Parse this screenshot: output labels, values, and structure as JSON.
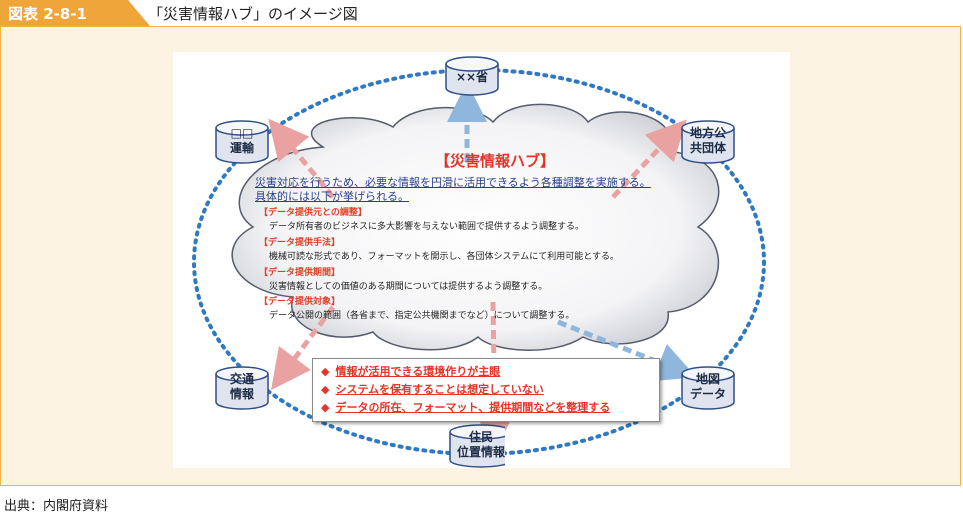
{
  "header": {
    "figure_label": "図表 2-8-1",
    "figure_title": "「災害情報ハブ」のイメージ図"
  },
  "colors": {
    "accent": "#f0a53a",
    "frame_bg": "#fdf3e3",
    "dotted_ring": "#2f78c2",
    "hub_title": "#e53528",
    "arrow_blue": "#8fb6dc",
    "arrow_red": "#e9a1a1"
  },
  "hub": {
    "title": "【災害情報ハブ】",
    "intro_line1": "災害対応を行うため、必要な情報を円滑に活用できるよう各種調整を実施する。",
    "intro_line2": "具体的には以下が挙げられる。",
    "sections": [
      {
        "heading": "【データ提供元との調整】",
        "body": "データ所有者のビジネスに多大影響を与えない範囲で提供するよう調整する。"
      },
      {
        "heading": "【データ提供手法】",
        "body": "機械可読な形式であり、フォーマットを開示し、各団体システムにて利用可能とする。"
      },
      {
        "heading": "【データ提供期間】",
        "body": "災害情報としての価値のある期間については提供するよう調整する。"
      },
      {
        "heading": "【データ提供対象】",
        "body": "データ公開の範囲（各省まで、指定公共機関までなど）について調整する。"
      }
    ]
  },
  "nodes": {
    "top": {
      "line1": "××省",
      "line2": ""
    },
    "upper_left": {
      "line1": "□□",
      "line2": "運輸"
    },
    "upper_right": {
      "line1": "地方公",
      "line2": "共団体"
    },
    "lower_left": {
      "line1": "交通",
      "line2": "情報"
    },
    "lower_right": {
      "line1": "地図",
      "line2": "データ"
    },
    "bottom": {
      "line1": "住民",
      "line2": "位置情報"
    }
  },
  "notes": {
    "bullet": "◆",
    "items": [
      "情報が活用できる環境作りが主眼",
      "システムを保有することは想定していない",
      "データの所在、フォーマット、提供期間などを整理する"
    ]
  },
  "source": "出典：内閣府資料"
}
